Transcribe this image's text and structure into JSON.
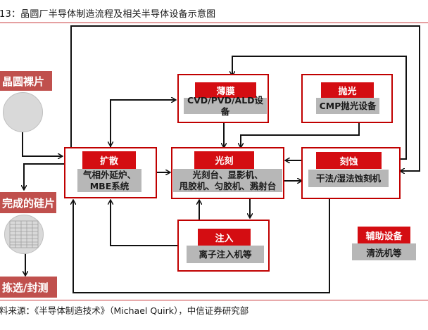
{
  "figure": {
    "title": "13：晶圆厂半导体制造流程及相关半导体设备示意图",
    "source": "料来源：《半导体制造技术》（Michael Quirk），中信证券研究部"
  },
  "colors": {
    "accent_red": "#d40d12",
    "border_red": "#c00000",
    "side_label_red": "#c0504d",
    "equipment_gray": "#b7b7b7",
    "rule_red": "#c9373a"
  },
  "left_flow": {
    "start_label": "晶圆裸片",
    "start_icon": "blank-wafer-icon",
    "finished_label": "完成的硅片",
    "finished_icon": "patterned-wafer-icon",
    "end_label": "拣选/封测"
  },
  "stages": {
    "thin_film": {
      "name": "薄膜",
      "equipment": "CVD/PVD/ALD设备"
    },
    "polish": {
      "name": "抛光",
      "equipment": "CMP抛光设备"
    },
    "diffusion": {
      "name": "扩散",
      "equipment": "气相外延炉、\nMBE系统"
    },
    "lithography": {
      "name": "光刻",
      "equipment": "光刻台、显影机、\n甩胶机、匀胶机、溅射台"
    },
    "etch": {
      "name": "刻蚀",
      "equipment": "干法/湿法蚀刻机"
    },
    "implant": {
      "name": "注入",
      "equipment": "离子注入机等"
    }
  },
  "auxiliary": {
    "name": "辅助设备",
    "equipment": "清洗机等"
  }
}
